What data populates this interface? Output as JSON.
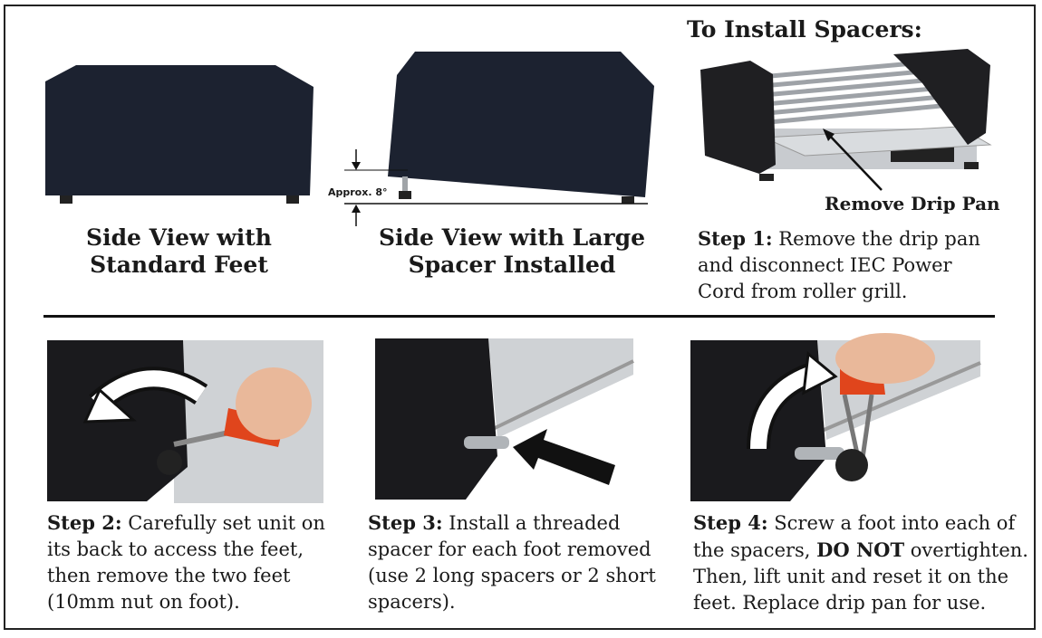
{
  "top": {
    "side_standard": {
      "line1": "Side View with",
      "line2": "Standard Feet"
    },
    "side_spacer": {
      "line1": "Side View with Large",
      "line2": "Spacer Installed",
      "angle_label": "Approx. 8°"
    },
    "install_title": "To Install Spacers:",
    "drip_pan_label": "Remove Drip Pan",
    "step1": {
      "label": "Step 1:",
      "line1": " Remove the drip pan",
      "line2": "and disconnect IEC Power",
      "line3": "Cord from roller grill."
    }
  },
  "bottom": {
    "step2": {
      "label": "Step 2:",
      "line1": " Carefully set unit on",
      "line2": "its back to access the feet,",
      "line3": "then remove the two feet",
      "line4": "(10mm nut on foot)."
    },
    "step3": {
      "label": "Step 3:",
      "line1": " Install a threaded",
      "line2": "spacer for each foot removed",
      "line3": "(use 2 long spacers or 2 short",
      "line4": "spacers)."
    },
    "step4": {
      "label": "Step 4:",
      "line1": " Screw a foot into each of",
      "line2a": "the spacers, ",
      "line2b": "DO NOT",
      "line2c": " overtighten.",
      "line3": "Then, lift unit and reset it on the",
      "line4": "feet. Replace drip pan for use."
    }
  },
  "colors": {
    "panel": "#1c2230",
    "steel": "#b9bcc0",
    "orange": "#e0451c"
  }
}
